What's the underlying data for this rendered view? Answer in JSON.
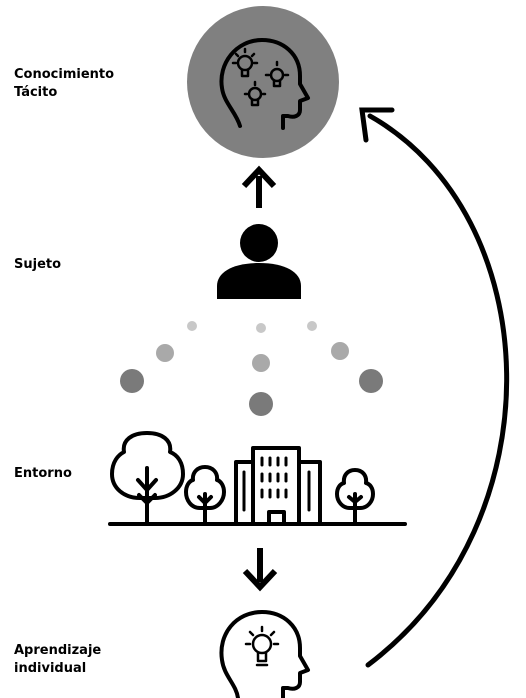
{
  "labels": {
    "tacit": [
      "Conocimiento",
      "Tácito"
    ],
    "subject": "Sujeto",
    "environment": "Entorno",
    "learning": [
      "Aprendizaje",
      "individual"
    ]
  },
  "colors": {
    "ink": "#000000",
    "tacit_circle": "#808080",
    "dot_light": "#c8c8c8",
    "dot_mid": "#a9a9a9",
    "dot_dark": "#7a7a7a"
  },
  "icons": {
    "tacit": "head-with-lightbulbs-icon",
    "subject": "person-icon",
    "environment": "trees-and-building-icon",
    "learning": "head-with-lightbulb-icon"
  }
}
